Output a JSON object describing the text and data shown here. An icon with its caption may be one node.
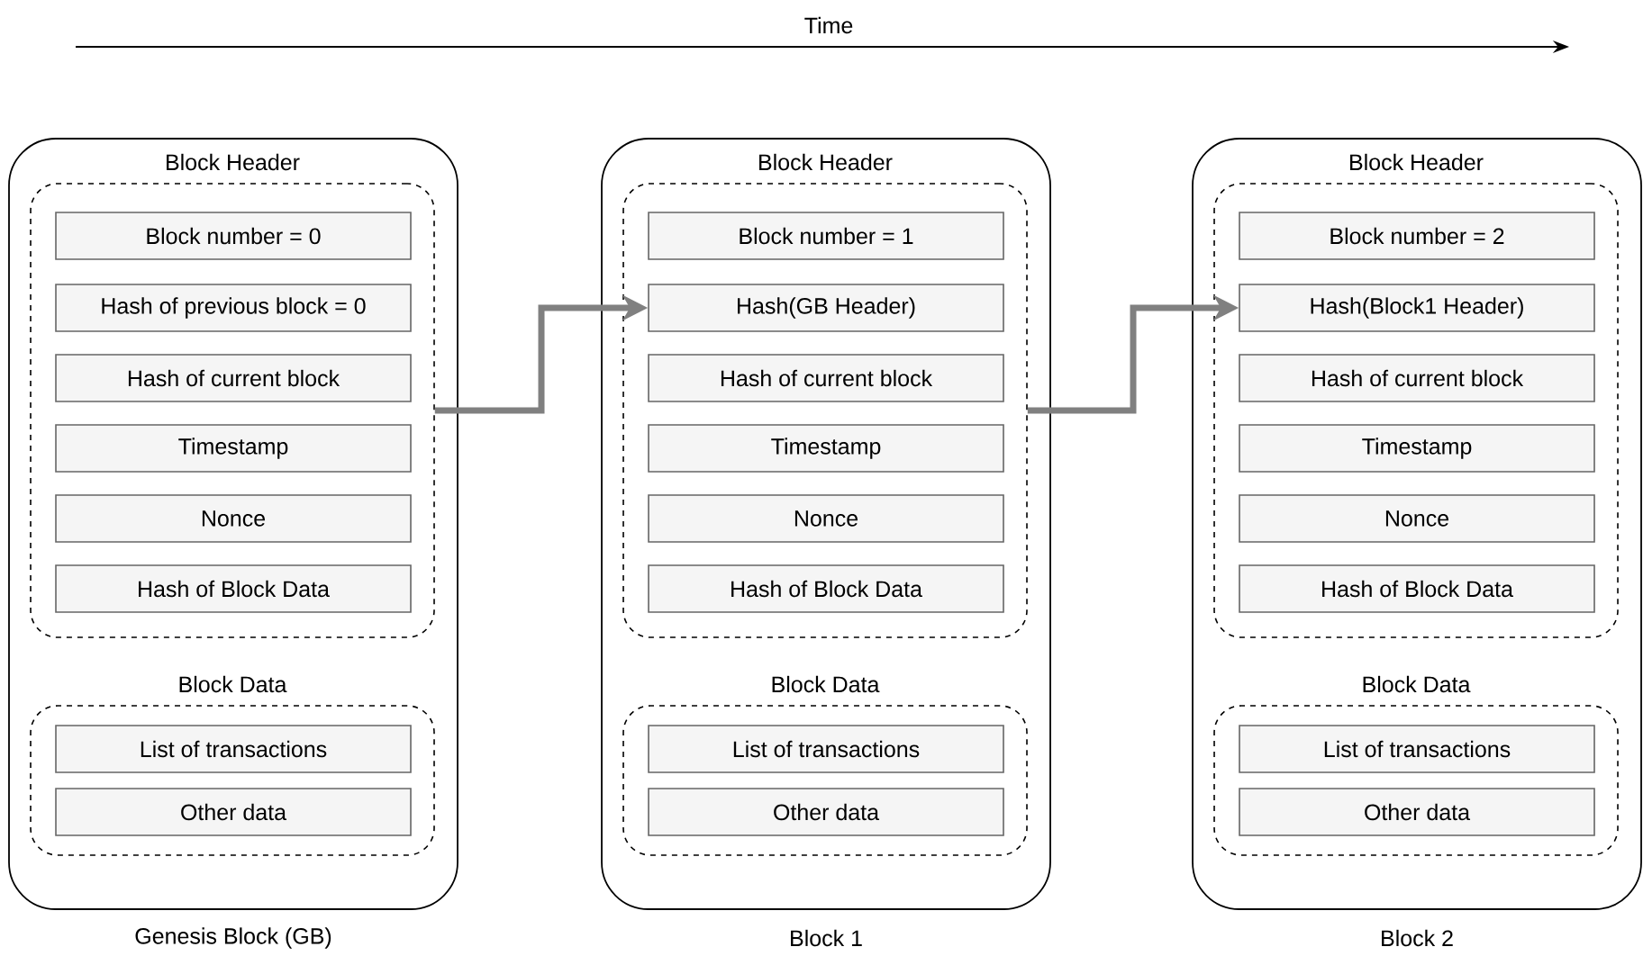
{
  "diagram": {
    "nodes": [
      {
        "text": [],
        "shape": "box",
        "beside": [
          "Genesis Block (GB)"
        ]
      },
      {
        "text": [
          "Block Header"
        ],
        "in": 0
      },
      {
        "text": [
          "Block number = 0"
        ],
        "in": 1
      },
      {
        "text": [
          "Hash of previous block = 0"
        ],
        "in": 1
      },
      {
        "text": [
          "Hash of current block"
        ],
        "in": 1
      },
      {
        "text": [
          "Timestamp"
        ],
        "in": 1
      },
      {
        "text": [
          "Nonce"
        ],
        "in": 1
      },
      {
        "text": [
          "Hash of Block Data"
        ],
        "in": 1
      },
      {
        "text": [
          "Block Data"
        ],
        "in": 0
      },
      {
        "text": [
          "List of transactions"
        ],
        "in": 8
      },
      {
        "text": [
          "Other data"
        ],
        "in": 8
      },
      {
        "text": [],
        "shape": "box",
        "beside": [
          "Block 1"
        ]
      },
      {
        "text": [
          "Block Header"
        ],
        "in": 11
      },
      {
        "text": [
          "Block number = 1"
        ],
        "in": 12
      },
      {
        "text": [
          "Hash(GB Header)"
        ],
        "in": 12
      },
      {
        "text": [
          "Hash of current block"
        ],
        "in": 12
      },
      {
        "text": [
          "Timestamp"
        ],
        "in": 12
      },
      {
        "text": [
          "Nonce"
        ],
        "in": 12
      },
      {
        "text": [
          "Hash of Block Data"
        ],
        "in": 12
      },
      {
        "text": [
          "Block Data"
        ],
        "in": 11
      },
      {
        "text": [
          "List of transactions"
        ],
        "in": 19
      },
      {
        "text": [
          "Other data"
        ],
        "in": 19
      },
      {
        "text": [],
        "shape": "box",
        "beside": [
          "Block 2"
        ]
      },
      {
        "text": [
          "Block Header"
        ],
        "in": 22
      },
      {
        "text": [
          "Block number = 2"
        ],
        "in": 23
      },
      {
        "text": [
          "Hash(Block1 Header)"
        ],
        "in": 23
      },
      {
        "text": [
          "Hash of current block"
        ],
        "in": 23
      },
      {
        "text": [
          "Timestamp"
        ],
        "in": 23
      },
      {
        "text": [
          "Nonce"
        ],
        "in": 23
      },
      {
        "text": [
          "Hash of Block Data"
        ],
        "in": 23
      },
      {
        "text": [
          "Block Data"
        ],
        "in": 22
      },
      {
        "text": [
          "List of transactions"
        ],
        "in": 30
      },
      {
        "text": [
          "Other data"
        ],
        "in": 30
      }
    ],
    "edges": [
      {
        "from": 1,
        "to": 14,
        "arrow": "to"
      },
      {
        "from": 12,
        "to": 25,
        "arrow": "to"
      }
    ],
    "labels": [
      "Time"
    ]
  }
}
